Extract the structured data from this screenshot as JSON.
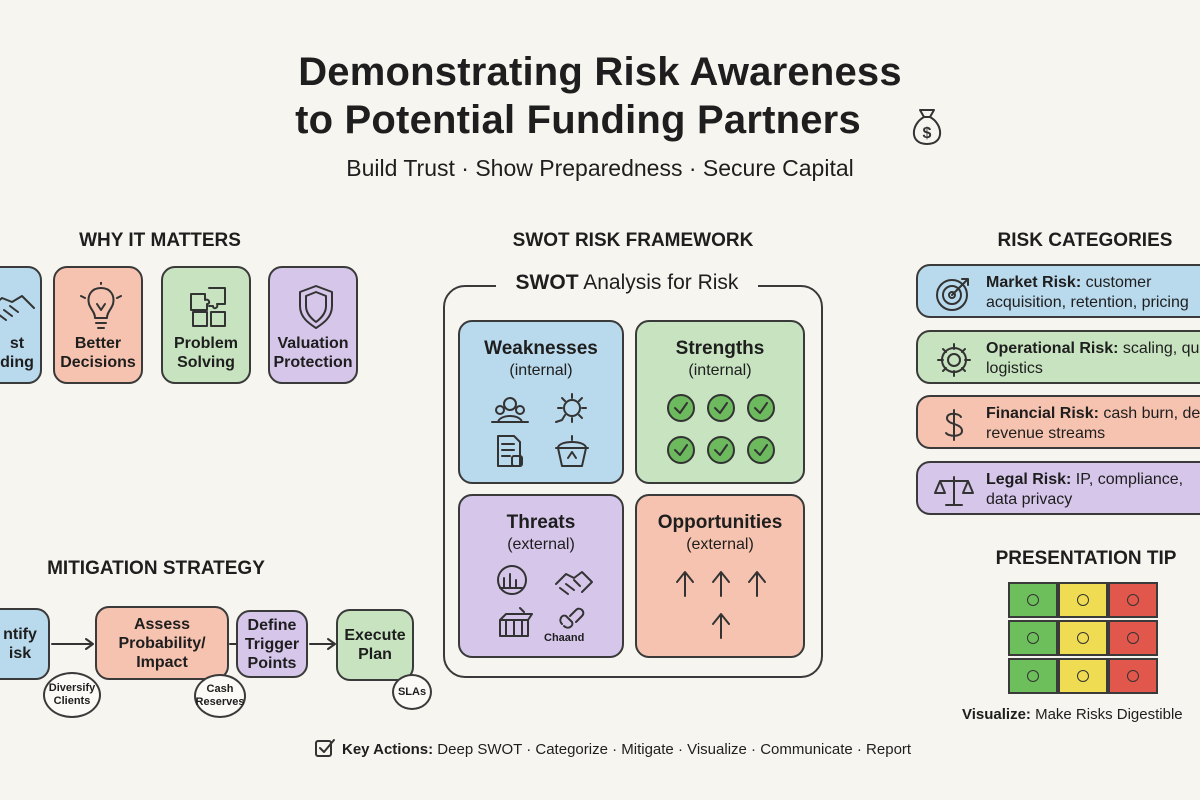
{
  "header": {
    "title_line1": "Demonstrating Risk Awareness",
    "title_line2": "to Potential Funding Partners",
    "title_icon": "money-bag-icon",
    "subtitle": "Build Trust · Show Preparedness · Secure Capital"
  },
  "why": {
    "heading": "WHY IT MATTERS",
    "cards": [
      {
        "line1": "st",
        "line2": "ding",
        "icon": "handshake-icon"
      },
      {
        "line1": "Better",
        "line2": "Decisions",
        "icon": "lightbulb-icon"
      },
      {
        "line1": "Problem",
        "line2": "Solving",
        "icon": "puzzle-icon"
      },
      {
        "line1": "Valuation",
        "line2": "Protection",
        "icon": "shield-icon"
      }
    ]
  },
  "mitigation": {
    "heading": "MITIGATION STRATEGY",
    "steps": [
      {
        "line1": "ntify",
        "line2": "isk"
      },
      {
        "line1": "Assess",
        "line2": "Probability/",
        "line3": "Impact"
      },
      {
        "line1": "Define",
        "line2": "Trigger",
        "line3": "Points"
      },
      {
        "line1": "Execute",
        "line2": "Plan"
      }
    ],
    "badges": [
      {
        "line1": "Diversify",
        "line2": "Clients"
      },
      {
        "line1": "Cash",
        "line2": "Reserves"
      },
      {
        "line1": "SLAs"
      }
    ]
  },
  "swot": {
    "heading": "SWOT RISK FRAMEWORK",
    "panel_title_bold": "SWOT",
    "panel_title_rest": " Analysis for Risk",
    "quadrants": {
      "weaknesses": {
        "title": "Weaknesses",
        "sub": "(internal)"
      },
      "strengths": {
        "title": "Strengths",
        "sub": "(internal)"
      },
      "threats": {
        "title": "Threats",
        "sub": "(external)",
        "icon_text": "Chaand"
      },
      "opportunities": {
        "title": "Opportunities",
        "sub": "(external)"
      }
    }
  },
  "risk_categories": {
    "heading": "RISK CATEGORIES",
    "items": [
      {
        "bold": "Market Risk:",
        "rest": " customer",
        "line2": "acquisition, retention, pricing",
        "icon": "target-icon",
        "color": "#b9d9ec"
      },
      {
        "bold": "Operational Risk:",
        "rest": " scaling, qu",
        "line2": "logistics",
        "icon": "gear-icon",
        "color": "#c7e3bf"
      },
      {
        "bold": "Financial Risk:",
        "rest": " cash burn, de",
        "line2": "revenue streams",
        "icon": "dollar-icon",
        "color": "#f6c3b0"
      },
      {
        "bold": "Legal Risk:",
        "rest": " IP, compliance,",
        "line2": "data privacy",
        "icon": "scales-icon",
        "color": "#d5c6ea"
      }
    ]
  },
  "tip": {
    "heading": "PRESENTATION TIP",
    "caption_bold": "Visualize:",
    "caption_rest": " Make Risks Digestible",
    "grid_colors": [
      "#6cbf5b",
      "#f0dc52",
      "#e2574c"
    ]
  },
  "footer": {
    "bold": "Key Actions:",
    "rest": " Deep SWOT · Categorize · Mitigate · Visualize · Communicate · Report"
  }
}
